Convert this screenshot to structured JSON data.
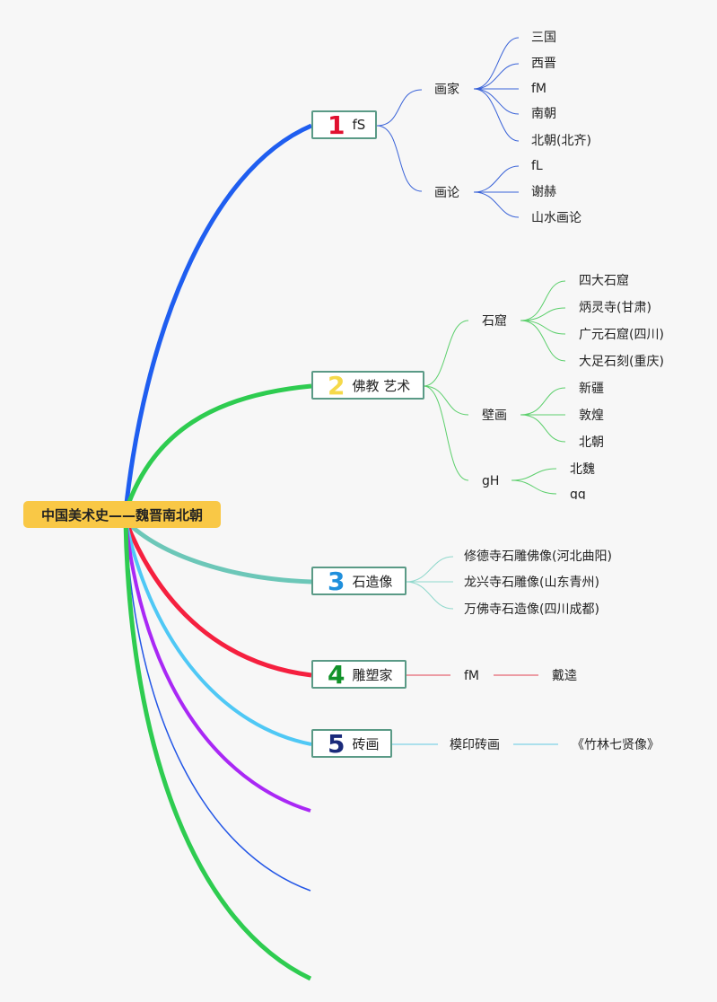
{
  "root": "中国美术史——魏晋南北朝",
  "colors": {
    "b1": "#1f5ef0",
    "b2": "#2ecc50",
    "b3": "#6cc7b8",
    "b4": "#f5203f",
    "b5": "#4fc8f5",
    "b6": "#a928f5",
    "b7": "#2356e6",
    "b8": "#2ecc50"
  },
  "branches": [
    {
      "num": "1",
      "numColor": "#e0112f",
      "label": "fS",
      "children": [
        {
          "label": "画家",
          "children": [
            "三国",
            "西晋",
            "fM",
            "南朝",
            "北朝(北齐)"
          ]
        },
        {
          "label": "画论",
          "children": [
            "fL",
            "谢赫",
            "山水画论"
          ]
        }
      ]
    },
    {
      "num": "2",
      "numColor": "#f5d94a",
      "label": "佛教 艺术",
      "children": [
        {
          "label": "石窟",
          "children": [
            "四大石窟",
            "炳灵寺(甘肃)",
            "广元石窟(四川)",
            "大足石刻(重庆)"
          ]
        },
        {
          "label": "壁画",
          "children": [
            "新疆",
            "敦煌",
            "北朝"
          ]
        },
        {
          "label": "gH",
          "children": [
            "北魏",
            "gq"
          ]
        }
      ]
    },
    {
      "num": "3",
      "numColor": "#1f8fdc",
      "label": "石造像",
      "children": [
        "修德寺石雕佛像(河北曲阳)",
        "龙兴寺石雕像(山东青州)",
        "万佛寺石造像(四川成都)"
      ]
    },
    {
      "num": "4",
      "numColor": "#12922a",
      "label": "雕塑家",
      "children": [
        "fM",
        "戴逵"
      ]
    },
    {
      "num": "5",
      "numColor": "#1a2a7a",
      "label": "砖画",
      "children": [
        "模印砖画",
        "《竹林七贤像》"
      ]
    }
  ]
}
